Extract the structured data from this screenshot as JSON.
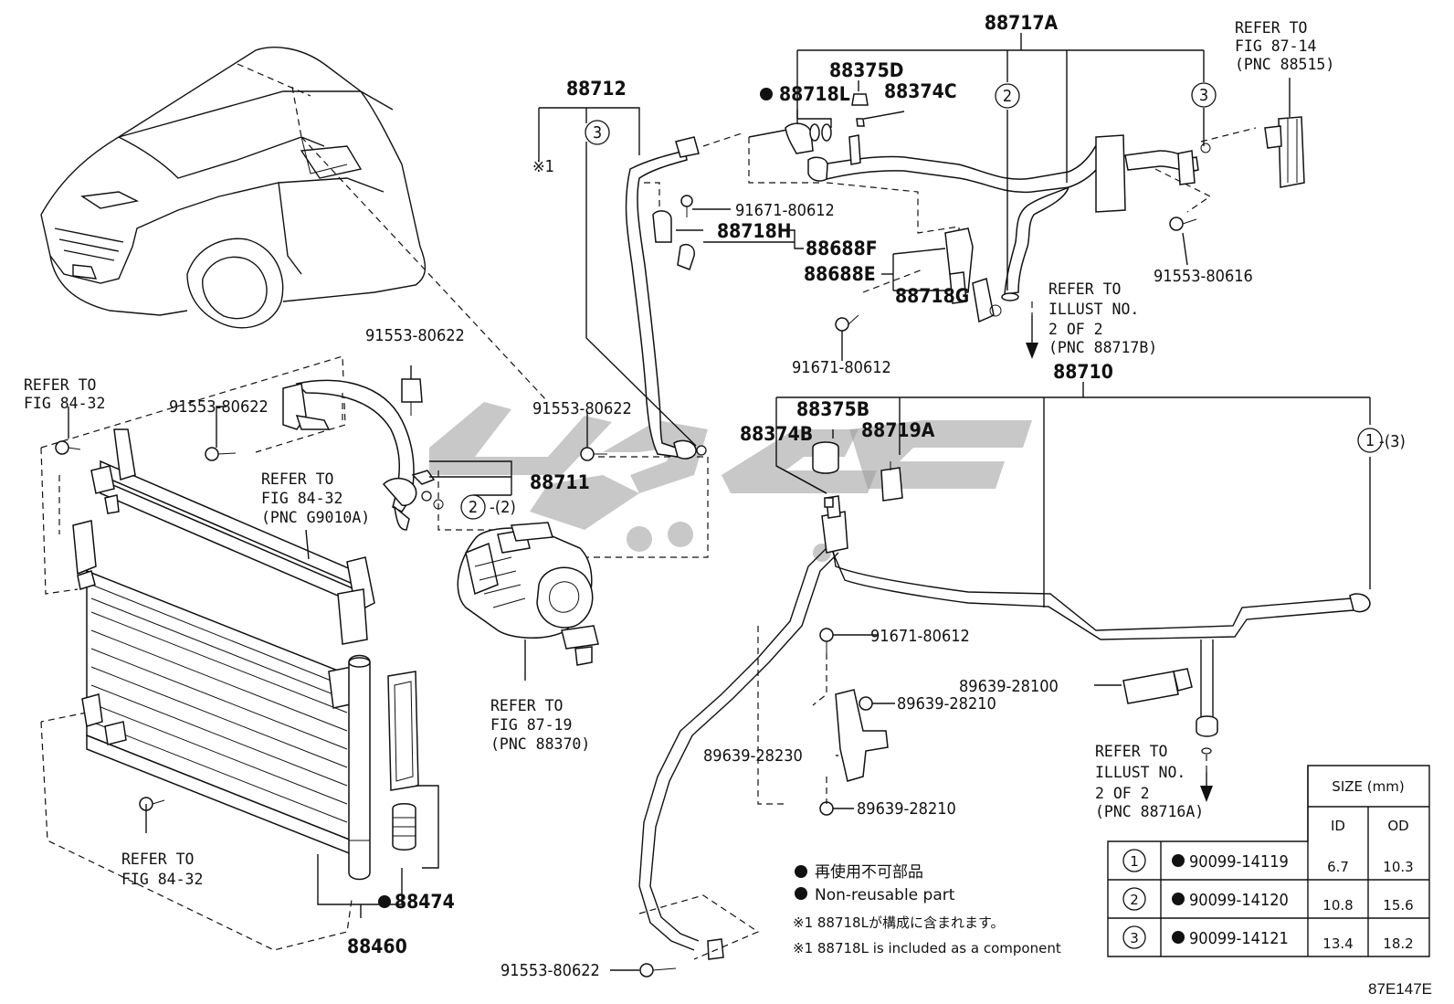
{
  "diagram_code": "87E147E",
  "callouts": {
    "p88717A": "88717A",
    "p88375D": "88375D",
    "p88718L": "88718L",
    "p88374C": "88374C",
    "p88712": "88712",
    "p91671_a": "91671-80612",
    "p88718H": "88718H",
    "p88688F": "88688F",
    "p88688E": "88688E",
    "p88718G": "88718G",
    "p91671_b": "91671-80612",
    "p91553_80616": "91553-80616",
    "p88710": "88710",
    "p88375B": "88375B",
    "p88374B": "88374B",
    "p88719A": "88719A",
    "p91553_80622_a": "91553-80622",
    "p91553_80622_b": "91553-80622",
    "p91553_80622_c": "91553-80622",
    "p91553_80622_d": "91553-80622",
    "p88711": "88711",
    "p91671_c": "91671-80612",
    "p89639_28100": "89639-28100",
    "p89639_28210_a": "89639-28210",
    "p89639_28230": "89639-28230",
    "p89639_28210_b": "89639-28210",
    "p88474": "88474",
    "p88460": "88460",
    "suffix_2": "-(2)",
    "suffix_3": "-(3)",
    "asterisk_1": "※1"
  },
  "refs": {
    "fig_87_14": [
      "REFER TO",
      "FIG 87-14",
      "(PNC 88515)"
    ],
    "illust_88717B": [
      "REFER TO",
      "ILLUST NO.",
      "2 OF 2",
      "(PNC 88717B)"
    ],
    "fig_84_32_left": [
      "REFER TO",
      "FIG 84-32"
    ],
    "fig_84_32_g9010a": [
      "REFER TO",
      "FIG 84-32",
      "(PNC G9010A)"
    ],
    "fig_87_19": [
      "REFER TO",
      "FIG 87-19",
      "(PNC 88370)"
    ],
    "illust_88716A": [
      "REFER TO",
      "ILLUST NO.",
      "2 OF 2",
      "(PNC 88716A)"
    ],
    "fig_84_32_bottom": [
      "REFER TO",
      "FIG 84-32"
    ]
  },
  "circle_labels": {
    "c1": "1",
    "c2": "2",
    "c3": "3"
  },
  "notes": {
    "nonreusable_jp": "再使用不可部品",
    "nonreusable_en": "Non-reusable part",
    "asterisk_jp": "※1 88718Lが構成に含まれます。",
    "asterisk_en": "※1 88718L is included as a component"
  },
  "size_table": {
    "header": "SIZE (mm)",
    "col_id": "ID",
    "col_od": "OD",
    "rows": [
      {
        "key": "1",
        "part": "90099-14119",
        "id": "6.7",
        "od": "10.3"
      },
      {
        "key": "2",
        "part": "90099-14120",
        "id": "10.8",
        "od": "15.6"
      },
      {
        "key": "3",
        "part": "90099-14121",
        "id": "13.4",
        "od": "18.2"
      }
    ]
  }
}
